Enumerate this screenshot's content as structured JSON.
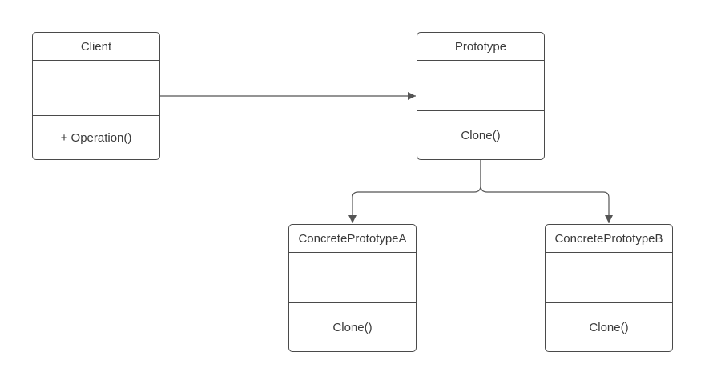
{
  "classes": {
    "client": {
      "name": "Client",
      "operation": "+ Operation()"
    },
    "prototype": {
      "name": "Prototype",
      "operation": "Clone()"
    },
    "concrete_a": {
      "name": "ConcretePrototypeA",
      "operation": "Clone()"
    },
    "concrete_b": {
      "name": "ConcretePrototypeB",
      "operation": "Clone()"
    }
  },
  "colors": {
    "line": "#555555",
    "border": "#4a4a4a",
    "text": "#3a3a3a"
  }
}
